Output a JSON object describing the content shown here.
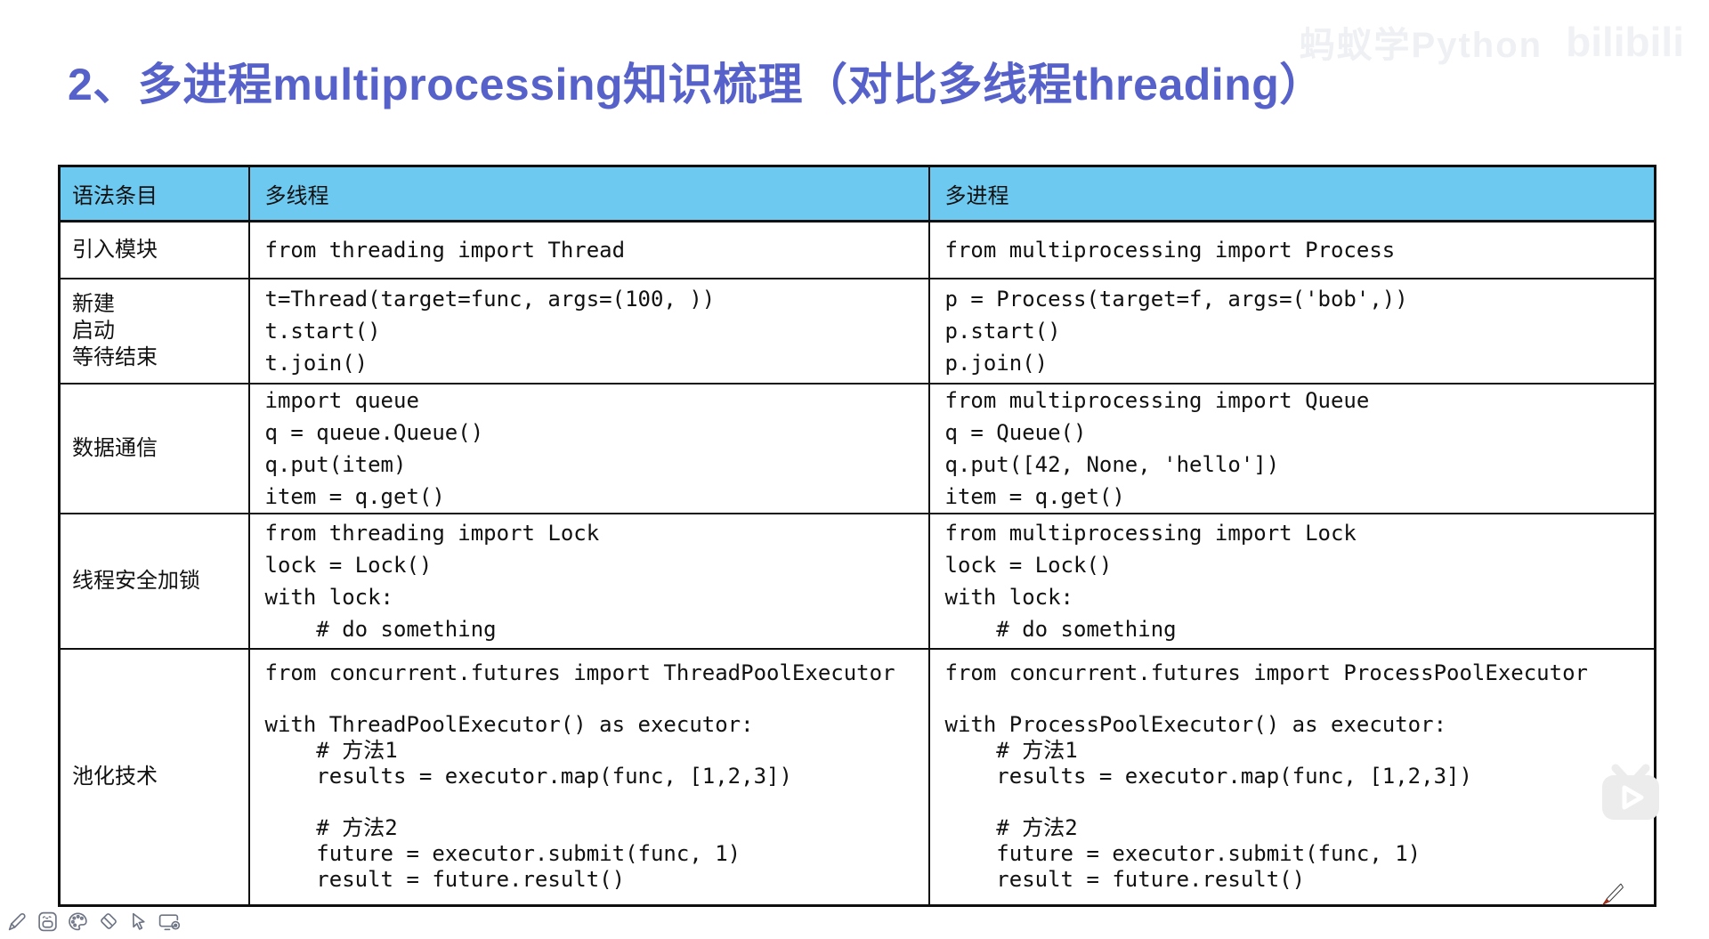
{
  "title": "2、多进程multiprocessing知识梳理（对比多线程threading）",
  "watermark": {
    "channel": "蚂蚁学Python",
    "platform": "bilibili"
  },
  "table": {
    "headers": [
      "语法条目",
      "多线程",
      "多进程"
    ],
    "rows": [
      {
        "label": "引入模块",
        "thread_code": "from threading import Thread",
        "process_code": "from multiprocessing import Process"
      },
      {
        "label": "新建\n启动\n等待结束",
        "thread_code": "t=Thread(target=func, args=(100, ))\nt.start()\nt.join()",
        "process_code": "p = Process(target=f, args=('bob',))\np.start()\np.join()"
      },
      {
        "label": "数据通信",
        "thread_code": "import queue\nq = queue.Queue()\nq.put(item)\nitem = q.get()",
        "process_code": "from multiprocessing import Queue\nq = Queue()\nq.put([42, None, 'hello'])\nitem = q.get()"
      },
      {
        "label": "线程安全加锁",
        "thread_code": "from threading import Lock\nlock = Lock()\nwith lock:\n    # do something",
        "process_code": "from multiprocessing import Lock\nlock = Lock()\nwith lock:\n    # do something"
      },
      {
        "label": "池化技术",
        "thread_code": "from concurrent.futures import ThreadPoolExecutor\n\nwith ThreadPoolExecutor() as executor:\n    # 方法1\n    results = executor.map(func, [1,2,3])\n\n    # 方法2\n    future = executor.submit(func, 1)\n    result = future.result()",
        "process_code": "from concurrent.futures import ProcessPoolExecutor\n\nwith ProcessPoolExecutor() as executor:\n    # 方法1\n    results = executor.map(func, [1,2,3])\n\n    # 方法2\n    future = executor.submit(func, 1)\n    result = future.result()"
      }
    ]
  },
  "toolbar": {
    "tools": [
      "pen",
      "board",
      "palette",
      "eraser",
      "cursor",
      "screen-record"
    ]
  },
  "player": {
    "control": "play"
  },
  "colors": {
    "title": "#5661c9",
    "header_bg": "#6ec9f0",
    "table_border": "#0f0f0f",
    "code_text": "#111111",
    "toolbar_icon": "#6d7484",
    "watermark": "#eef0f3",
    "play_widget": "#ececec",
    "pencil_tip": "#a8321f"
  }
}
